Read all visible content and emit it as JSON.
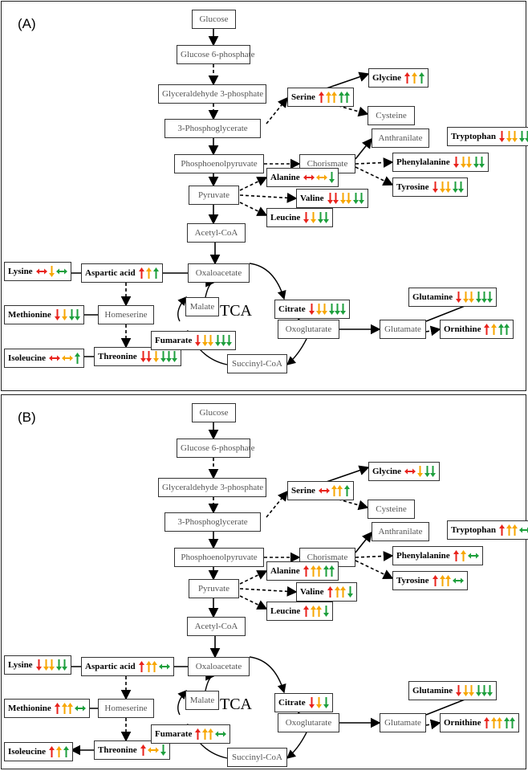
{
  "colors": {
    "red": "#e8231c",
    "orange": "#f7a600",
    "green": "#1d9f3c"
  },
  "panels": [
    {
      "label": "(A)",
      "tca_label": "TCA",
      "nodes": {
        "glucose": "Glucose",
        "g6p": "Glucose 6-phosphate",
        "g3p": "Glyceraldehyde 3-phosphate",
        "pg3": "3-Phosphoglycerate",
        "pep": "Phosphoenolpyruvate",
        "pyruvate": "Pyruvate",
        "acetyl": "Acetyl-CoA",
        "oxaloacetate": "Oxaloacetate",
        "malate": "Malate",
        "succinyl": "Succinyl-CoA",
        "oxoglutarate": "Oxoglutarate",
        "glutamate": "Glutamate",
        "homeserine": "Homeserine",
        "chorismate": "Chorismate",
        "anthranilate": "Anthranilate",
        "cysteine": "Cysteine"
      },
      "metabolites": {
        "serine": {
          "name": "Serine",
          "marks": [
            [
              "r-up"
            ],
            [
              "o-up",
              "o-up"
            ],
            [
              "g-up",
              "g-up"
            ]
          ]
        },
        "glycine": {
          "name": "Glycine",
          "marks": [
            [
              "r-up"
            ],
            [
              "o-up"
            ],
            [
              "g-up"
            ]
          ]
        },
        "tryptophan": {
          "name": "Tryptophan",
          "marks": [
            [
              "r-down"
            ],
            [
              "o-down",
              "o-down"
            ],
            [
              "g-down",
              "g-down"
            ]
          ]
        },
        "phenylalanine": {
          "name": "Phenylalanine",
          "marks": [
            [
              "r-down"
            ],
            [
              "o-down",
              "o-down"
            ],
            [
              "g-down",
              "g-down"
            ]
          ]
        },
        "tyrosine": {
          "name": "Tyrosine",
          "marks": [
            [
              "r-down"
            ],
            [
              "o-down",
              "o-down"
            ],
            [
              "g-down",
              "g-down"
            ]
          ]
        },
        "alanine": {
          "name": "Alanine",
          "marks": [
            [
              "r-lr"
            ],
            [
              "o-lr"
            ],
            [
              "g-down"
            ]
          ]
        },
        "valine": {
          "name": "Valine",
          "marks": [
            [
              "r-down",
              "r-down"
            ],
            [
              "o-down",
              "o-down"
            ],
            [
              "g-down",
              "g-down"
            ]
          ]
        },
        "leucine": {
          "name": "Leucine",
          "marks": [
            [
              "r-down"
            ],
            [
              "o-down"
            ],
            [
              "g-down",
              "g-down"
            ]
          ]
        },
        "aspartic": {
          "name": "Aspartic acid",
          "marks": [
            [
              "r-up"
            ],
            [
              "o-up"
            ],
            [
              "g-up"
            ]
          ]
        },
        "lysine": {
          "name": "Lysine",
          "marks": [
            [
              "r-lr"
            ],
            [
              "o-down"
            ],
            [
              "g-lr"
            ]
          ]
        },
        "methionine": {
          "name": "Methionine",
          "marks": [
            [
              "r-down"
            ],
            [
              "o-down"
            ],
            [
              "g-down",
              "g-down"
            ]
          ]
        },
        "isoleucine": {
          "name": "Isoleucine",
          "marks": [
            [
              "r-lr"
            ],
            [
              "o-lr"
            ],
            [
              "g-up"
            ]
          ]
        },
        "threonine": {
          "name": "Threonine",
          "marks": [
            [
              "r-down",
              "r-down"
            ],
            [
              "o-down"
            ],
            [
              "g-down",
              "g-down",
              "g-down"
            ]
          ]
        },
        "fumarate": {
          "name": "Fumarate",
          "marks": [
            [
              "r-down"
            ],
            [
              "o-down",
              "o-down"
            ],
            [
              "g-down",
              "g-down",
              "g-down"
            ]
          ]
        },
        "citrate": {
          "name": "Citrate",
          "marks": [
            [
              "r-down"
            ],
            [
              "o-down",
              "o-down"
            ],
            [
              "g-down",
              "g-down",
              "g-down"
            ]
          ]
        },
        "glutamine": {
          "name": "Glutamine",
          "marks": [
            [
              "r-down"
            ],
            [
              "o-down",
              "o-down"
            ],
            [
              "g-down",
              "g-down",
              "g-down"
            ]
          ]
        },
        "ornithine": {
          "name": "Ornithine",
          "marks": [
            [
              "r-up"
            ],
            [
              "o-up"
            ],
            [
              "g-up",
              "g-up"
            ]
          ]
        }
      }
    },
    {
      "label": "(B)",
      "tca_label": "TCA",
      "nodes": {
        "glucose": "Glucose",
        "g6p": "Glucose 6-phosphate",
        "g3p": "Glyceraldehyde 3-phosphate",
        "pg3": "3-Phosphoglycerate",
        "pep": "Phosphoenolpyruvate",
        "pyruvate": "Pyruvate",
        "acetyl": "Acetyl-CoA",
        "oxaloacetate": "Oxaloacetate",
        "malate": "Malate",
        "succinyl": "Succinyl-CoA",
        "oxoglutarate": "Oxoglutarate",
        "glutamate": "Glutamate",
        "homeserine": "Homeserine",
        "chorismate": "Chorismate",
        "anthranilate": "Anthranilate",
        "cysteine": "Cysteine"
      },
      "metabolites": {
        "serine": {
          "name": "Serine",
          "marks": [
            [
              "r-lr"
            ],
            [
              "o-up",
              "o-up"
            ],
            [
              "g-up"
            ]
          ]
        },
        "glycine": {
          "name": "Glycine",
          "marks": [
            [
              "r-lr"
            ],
            [
              "o-down"
            ],
            [
              "g-down",
              "g-down"
            ]
          ]
        },
        "tryptophan": {
          "name": "Tryptophan",
          "marks": [
            [
              "r-up"
            ],
            [
              "o-up",
              "o-up"
            ],
            [
              "g-lr"
            ]
          ]
        },
        "phenylalanine": {
          "name": "Phenylalanine",
          "marks": [
            [
              "r-up"
            ],
            [
              "o-up"
            ],
            [
              "g-lr"
            ]
          ]
        },
        "tyrosine": {
          "name": "Tyrosine",
          "marks": [
            [
              "r-up"
            ],
            [
              "o-up",
              "o-up"
            ],
            [
              "g-lr"
            ]
          ]
        },
        "alanine": {
          "name": "Alanine",
          "marks": [
            [
              "r-up"
            ],
            [
              "o-up",
              "o-up"
            ],
            [
              "g-up",
              "g-up"
            ]
          ]
        },
        "valine": {
          "name": "Valine",
          "marks": [
            [
              "r-up"
            ],
            [
              "o-up",
              "o-up"
            ],
            [
              "g-down"
            ]
          ]
        },
        "leucine": {
          "name": "Leucine",
          "marks": [
            [
              "r-up"
            ],
            [
              "o-up",
              "o-up"
            ],
            [
              "g-down"
            ]
          ]
        },
        "aspartic": {
          "name": "Aspartic acid",
          "marks": [
            [
              "r-up"
            ],
            [
              "o-up",
              "o-up"
            ],
            [
              "g-lr"
            ]
          ]
        },
        "lysine": {
          "name": "Lysine",
          "marks": [
            [
              "r-down"
            ],
            [
              "o-down",
              "o-down"
            ],
            [
              "g-down",
              "g-down"
            ]
          ]
        },
        "methionine": {
          "name": "Methionine",
          "marks": [
            [
              "r-up"
            ],
            [
              "o-up",
              "o-up"
            ],
            [
              "g-lr"
            ]
          ]
        },
        "isoleucine": {
          "name": "Isoleucine",
          "marks": [
            [
              "r-up"
            ],
            [
              "o-up"
            ],
            [
              "g-up"
            ]
          ]
        },
        "threonine": {
          "name": "Threonine",
          "marks": [
            [
              "r-up"
            ],
            [
              "o-lr"
            ],
            [
              "g-down"
            ]
          ]
        },
        "fumarate": {
          "name": "Fumarate",
          "marks": [
            [
              "r-up"
            ],
            [
              "o-up",
              "o-up"
            ],
            [
              "g-lr"
            ]
          ]
        },
        "citrate": {
          "name": "Citrate",
          "marks": [
            [
              "r-down"
            ],
            [
              "o-down"
            ],
            [
              "g-down"
            ]
          ]
        },
        "glutamine": {
          "name": "Glutamine",
          "marks": [
            [
              "r-down"
            ],
            [
              "o-down",
              "o-down"
            ],
            [
              "g-down",
              "g-down",
              "g-down"
            ]
          ]
        },
        "ornithine": {
          "name": "Ornithine",
          "marks": [
            [
              "r-up"
            ],
            [
              "o-up",
              "o-up"
            ],
            [
              "g-up",
              "g-up"
            ]
          ]
        }
      }
    }
  ]
}
